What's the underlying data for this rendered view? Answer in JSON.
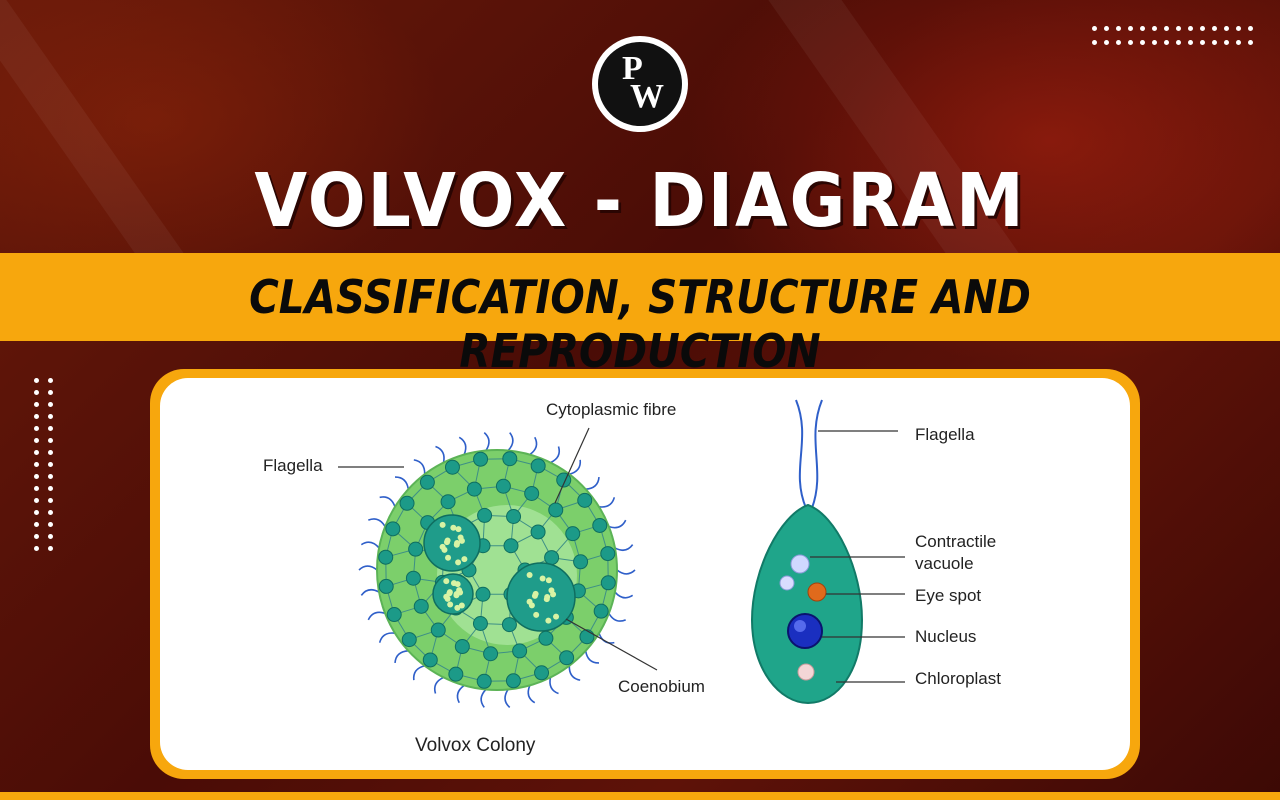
{
  "header": {
    "logo_text_top": "P",
    "logo_text_bottom": "W",
    "title": "VOLVOX - DIAGRAM",
    "subtitle": "CLASSIFICATION, STRUCTURE AND REPRODUCTION"
  },
  "diagram": {
    "colony": {
      "caption": "Volvox Colony",
      "labels": {
        "flagella": "Flagella",
        "cytoplasmic_fibre": "Cytoplasmic fibre",
        "coenobium": "Coenobium"
      }
    },
    "cell": {
      "labels": {
        "flagella": "Flagella",
        "contractile_vacuole_line1": "Contractile",
        "contractile_vacuole_line2": "vacuole",
        "eye_spot": "Eye spot",
        "nucleus": "Nucleus",
        "chloroplast": "Chloroplast"
      }
    }
  },
  "colors": {
    "accent": "#f7a70d",
    "background": "#5a0f08",
    "colony_fill": "#7ccf6b",
    "cell_body": "#1fa58a",
    "eye_spot": "#e06a1c",
    "nucleus": "#1a2fc0"
  }
}
